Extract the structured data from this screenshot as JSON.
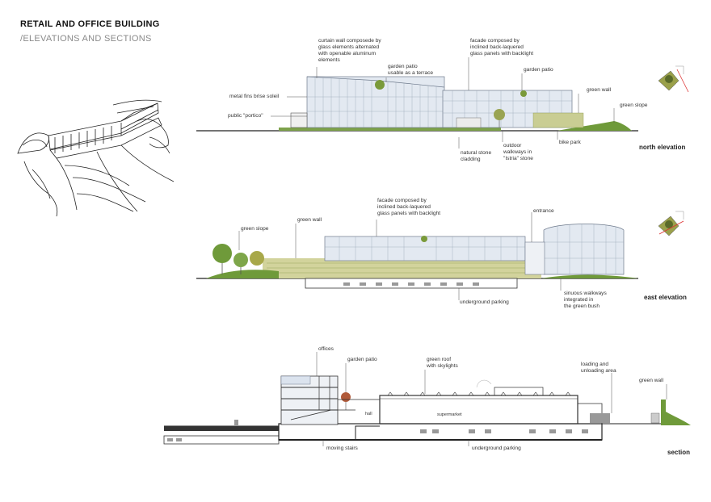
{
  "header": {
    "title": "RETAIL AND OFFICE BUILDING",
    "subtitle": "/ELEVATIONS AND SECTIONS"
  },
  "north": {
    "title": "north elevation",
    "labels": {
      "curtain_wall": "curtain wall composede by\nglass elements alternated\nwith openable aluminum\nelements",
      "facade": "facade composed by\ninclined back-laquered\nglass panels with backlight",
      "garden_patio_terrace": "garden patio\nusable as a terrace",
      "garden_patio": "garden patio",
      "green_wall": "green wall",
      "green_slope": "green slope",
      "metal_fins": "metal fins brise soleil",
      "portico": "public \"portico\"",
      "stone_cladding": "natural stone\ncladding",
      "walkways": "outdoor\nwalkways in\n\"Istria\" stone",
      "bike_park": "bike park"
    }
  },
  "east": {
    "title": "east elevation",
    "labels": {
      "facade": "facade composed by\ninclined back-laquered\nglass panels with backlight",
      "entrance": "entrance",
      "green_slope": "green slope",
      "green_wall": "green wall",
      "parking": "underground parking",
      "sinuous": "sinuous walkways\nintegrated  in\nthe green bush"
    }
  },
  "section": {
    "title": "section",
    "labels": {
      "offices": "offices",
      "garden_patio": "garden patio",
      "green_roof": "green roof\nwith skylights",
      "loading": "loading and\nunloading area",
      "green_wall": "green wall",
      "hall": "hall",
      "supermarket": "supermarket",
      "moving_stairs": "moving stairs",
      "parking": "underground parking"
    }
  },
  "colors": {
    "glass": "#dfe6ef",
    "glass_line": "#8b97a8",
    "green": "#6f9a3a",
    "green_dark": "#4f7a22",
    "bush": "#c8cc8a",
    "line": "#333333",
    "ground": "#222222"
  }
}
